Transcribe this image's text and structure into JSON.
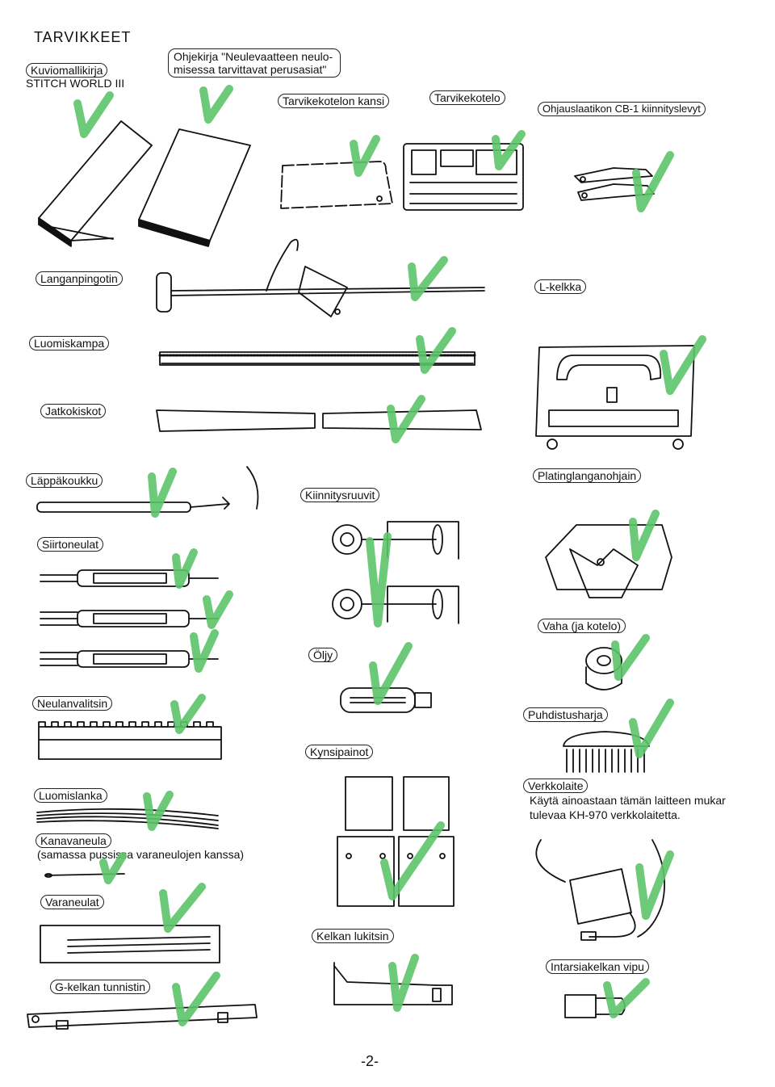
{
  "title": "TARVIKKEET",
  "page_number": "-2-",
  "check_color": "#5cc46a",
  "labels": {
    "kuviomallikirja": "Kuviomallikirja",
    "stitch_world": "STITCH WORLD III",
    "ohjekirja_1": "Ohjekirja \"Neulevaatteen neulo-",
    "ohjekirja_2": "misessa tarvittavat perusasiat\"",
    "tarvikekotelon_kansi": "Tarvikekotelon kansi",
    "tarvikekotelo": "Tarvikekotelo",
    "ohjauslaatikon": "Ohjauslaatikon CB-1 kiinnityslevyt",
    "langanpingotin": "Langanpingotin",
    "l_kelkka": "L-kelkka",
    "luomiskampa": "Luomiskampa",
    "jatkokiskot": "Jatkokiskot",
    "lappakoukku": "Läppäkoukku",
    "kiinnitysruuvit": "Kiinnitysruuvit",
    "platinglanganohjain": "Platinglanganohjain",
    "siirtoneulat": "Siirtoneulat",
    "vaha": "Vaha (ja kotelo)",
    "oljy": "Öljy",
    "neulanvalitsin": "Neulanvalitsin",
    "puhdistusharja": "Puhdistusharja",
    "kynsipainot": "Kynsipainot",
    "verkkolaite": "Verkkolaite",
    "verkkolaite_note_1": "Käytä ainoastaan tämän laitteen mukar",
    "verkkolaite_note_2": "tulevaa KH-970 verkkolaitetta.",
    "luomislanka": "Luomislanka",
    "kanavaneula": "Kanavaneula",
    "kanavaneula_note": "(samassa pussissa varaneulojen kanssa)",
    "varaneulat": "Varaneulat",
    "kelkan_lukitsin": "Kelkan lukitsin",
    "intarsiakelkan_vipu": "Intarsiakelkan vipu",
    "g_kelkan_tunnistin": "G-kelkan tunnistin"
  }
}
